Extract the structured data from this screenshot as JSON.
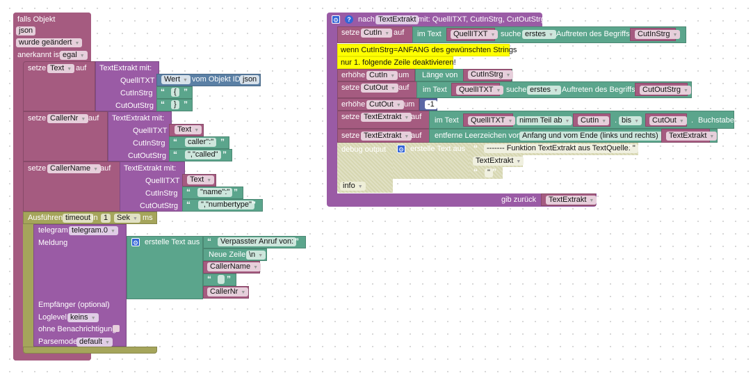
{
  "event_block": {
    "title": "falls Objekt",
    "object_id": "json",
    "trigger": "wurde geändert",
    "ack_label": "anerkannt ist",
    "ack_value": "egal"
  },
  "set_text": {
    "setze": "setze",
    "var": "Text",
    "auf": "auf",
    "func": "TextExtrakt  mit:",
    "quell_label": "QuellITXT",
    "cutin_label": "CutInStrg",
    "cutout_label": "CutOutStrg",
    "quell_value_dropdown": "Wert",
    "quell_value_mid": "vom Objekt ID",
    "quell_value_id": "json",
    "cutin_value": "{",
    "cutout_value": "}"
  },
  "set_callernr": {
    "setze": "setze",
    "var": "CallerNr",
    "auf": "auf",
    "func": "TextExtrakt  mit:",
    "quell_label": "QuellITXT",
    "cutin_label": "CutInStrg",
    "cutout_label": "CutOutStrg",
    "quell_value": "Text",
    "cutin_value": "caller\":\"",
    "cutout_value": "\",\"called\""
  },
  "set_callername": {
    "setze": "setze",
    "var": "CallerName",
    "auf": "auf",
    "func": "TextExtrakt  mit:",
    "quell_label": "QuellITXT",
    "cutin_label": "CutInStrg",
    "cutout_label": "CutOutStrg",
    "quell_value": "Text",
    "cutin_value": "\"name\":\"",
    "cutout_value": "\",\"numbertype\""
  },
  "timeout": {
    "label": "Ausführen",
    "name": "timeout",
    "in": "in",
    "value": "1",
    "unit": "Sek",
    "ms": "ms"
  },
  "telegram": {
    "label": "telegram",
    "instance": "telegram.0",
    "meldung": "Meldung",
    "create_text": "erstelle Text aus",
    "items": [
      "Verpasster Anruf von:",
      "Neue Zeile",
      "\\n",
      "CallerName",
      " ",
      "CallerNr"
    ],
    "empfaenger": "Empfänger (optional)",
    "loglevel_label": "Loglevel",
    "loglevel_value": "keins",
    "ohne": "ohne Benachrichtigung",
    "parsemode_label": "Parsemode",
    "parsemode_value": "default"
  },
  "function_block": {
    "nach": "nach",
    "name": "TextExtrakt",
    "params": "mit: QuellITXT, CutInStrg, CutOutStrg",
    "rows": {
      "r1": {
        "setze": "setze",
        "var": "CutIn",
        "auf": "auf",
        "im_text": "im Text",
        "src": "QuellITXT",
        "suche": "suche",
        "mode": "erstes",
        "auftreten": "Auftreten des Begriffs",
        "term": "CutInStrg"
      },
      "c1": "wenn CutInStrg=ANFANG des gewünschten Strings",
      "c2": "nur 1. folgende Zeile deaktivieren!",
      "r2": {
        "erhoehe": "erhöhe",
        "var": "CutIn",
        "um": "um",
        "laenge": "Länge von",
        "term": "CutInStrg"
      },
      "r3": {
        "setze": "setze",
        "var": "CutOut",
        "auf": "auf",
        "im_text": "im Text",
        "src": "QuellITXT",
        "suche": "suche",
        "mode": "erstes",
        "auftreten": "Auftreten des Begriffs",
        "term": "CutOutStrg"
      },
      "r4": {
        "erhoehe": "erhöhe",
        "var": "CutOut",
        "um": "um",
        "value": "-1"
      },
      "r5": {
        "setze": "setze",
        "var": "TextExtrakt",
        "auf": "auf",
        "im_text": "im Text",
        "src": "QuellITXT",
        "nimm": "nimm Teil ab",
        "from": "CutIn",
        "dot1": ".",
        "bis": "bis",
        "to": "CutOut",
        "dot2": ".",
        "buchstabe": "Buchstabe"
      },
      "r6": {
        "setze": "setze",
        "var": "TextExtrakt",
        "auf": "auf",
        "entferne": "entferne Leerzeichen vom",
        "mode": "Anfang und vom Ende (links und rechts)",
        "src": "TextExtrakt"
      },
      "debug": {
        "label": "debug output",
        "create": "erstelle Text aus",
        "s1": "------- Funktion TextExtrakt aus TextQuelle: \"",
        "s2": "TextExtrakt",
        "s3": "\"",
        "level": "info"
      }
    },
    "return_label": "gib zurück",
    "return_value": "TextExtrakt"
  }
}
